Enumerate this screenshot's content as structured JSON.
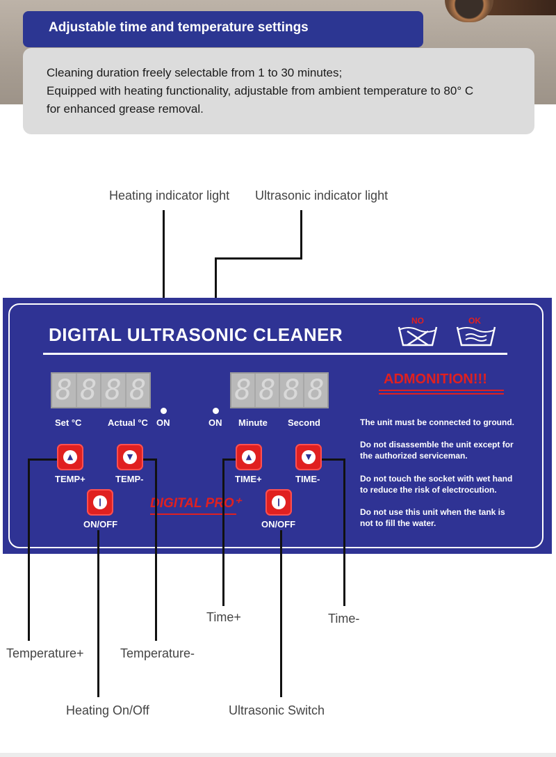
{
  "header": {
    "title": "Adjustable time and temperature settings",
    "description": [
      "Cleaning duration freely selectable from 1 to 30 minutes;",
      "Equipped with heating functionality, adjustable from ambient temperature to 80° C",
      "for enhanced grease removal."
    ]
  },
  "callouts": {
    "heating_indicator": "Heating indicator light",
    "ultrasonic_indicator": "Ultrasonic indicator light",
    "temperature_plus": "Temperature+",
    "temperature_minus": "Temperature-",
    "time_plus": "Time+",
    "time_minus": "Time-",
    "heating_onoff": "Heating On/Off",
    "ultrasonic_switch": "Ultrasonic Switch"
  },
  "panel": {
    "title": "DIGITAL ULTRASONIC CLEANER",
    "wash_symbols": {
      "no": "NO",
      "ok": "OK"
    },
    "left_display": {
      "digits": [
        "8",
        "8",
        "8",
        "8"
      ],
      "label_set": "Set °C",
      "label_actual": "Actual °C",
      "indicator_label": "ON"
    },
    "right_display": {
      "digits": [
        "8",
        "8",
        "8",
        "8"
      ],
      "label_minute": "Minute",
      "label_second": "Second",
      "indicator_label": "ON"
    },
    "buttons": {
      "temp_plus": "TEMP+",
      "temp_minus": "TEMP-",
      "time_plus": "TIME+",
      "time_minus": "TIME-",
      "heat_onoff": "ON/OFF",
      "ultra_onoff": "ON/OFF"
    },
    "brand": "DIGITAL PRO⁺",
    "admonition": {
      "title": "ADMONITION!!!",
      "items": [
        [
          "The unit must be connected to ground."
        ],
        [
          "Do not disassemble the unit except  for",
          "the authorized serviceman."
        ],
        [
          "Do not touch the socket with wet hand",
          "to reduce the risk of electrocution."
        ],
        [
          "Do not use this unit when the tank is",
          "not to fill the water."
        ]
      ]
    }
  }
}
